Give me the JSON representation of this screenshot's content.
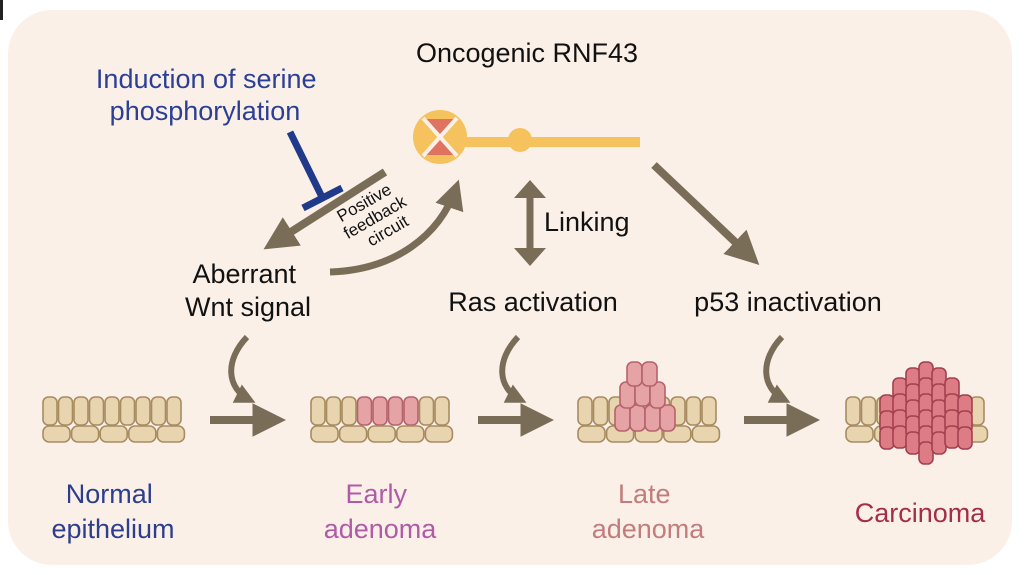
{
  "title": "Oncogenic RNF43",
  "induction_text": [
    "Induction of serine",
    "phosphorylation"
  ],
  "feedback_text": [
    "Positive",
    "feedback",
    "circuit"
  ],
  "wnt_text": [
    "Aberrant",
    "Wnt signal"
  ],
  "linking_text": "Linking",
  "ras_text": "Ras activation",
  "p53_text": "p53 inactivation",
  "stages": [
    {
      "lines": [
        "Normal",
        "epithelium"
      ]
    },
    {
      "lines": [
        "Early",
        "adenoma"
      ]
    },
    {
      "lines": [
        "Late",
        "adenoma"
      ]
    },
    {
      "lines": [
        "Carcinoma"
      ]
    }
  ],
  "colors": {
    "background": "#fbf0e8",
    "arrow": "#7a6d58",
    "inhibit": "#1f3a8a",
    "induction_text": "#2b3f95",
    "protein": "#f6c25e",
    "protein_cut": "#e0735f",
    "cell_fill": "#e8d4ae",
    "cell_stroke": "#a78c62",
    "adenoma_fill": "#e6a3a6",
    "adenoma_stroke": "#b5636c",
    "tumor_fill": "#dd7c85",
    "tumor_stroke": "#a2404f",
    "normal_text": "#2c3e8c",
    "early_text": "#b05aa8",
    "late_text": "#c27c7c",
    "carcinoma_text": "#a32e4a"
  }
}
